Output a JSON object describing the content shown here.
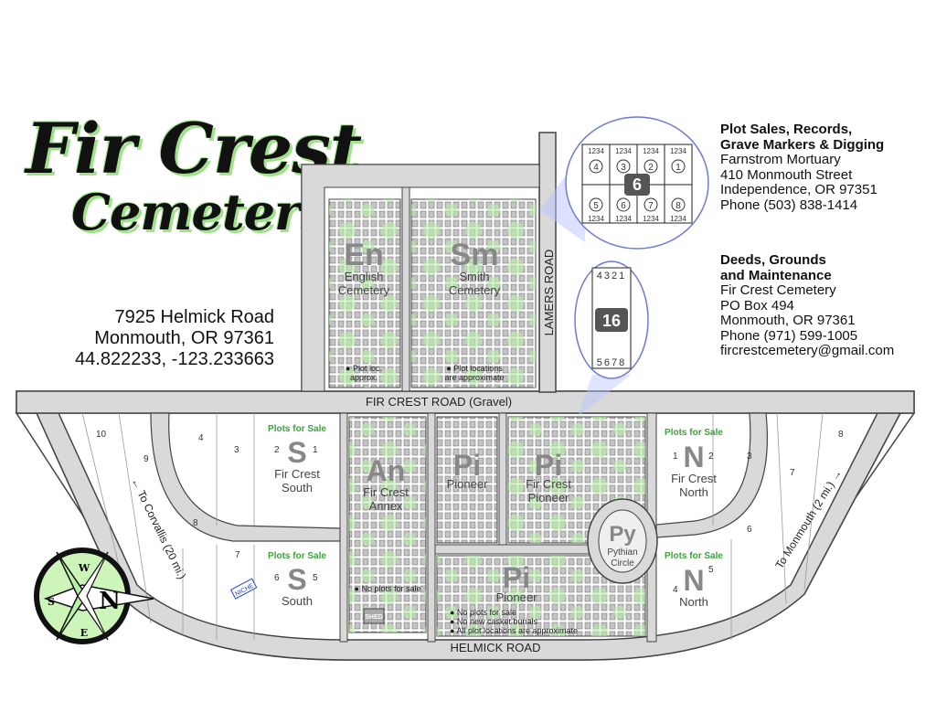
{
  "title": {
    "line1": "Fir Crest",
    "line2": "Cemeteries"
  },
  "address": {
    "street": "7925 Helmick Road",
    "city": "Monmouth, OR 97361",
    "coords": "44.822233, -123.233663"
  },
  "contacts": {
    "sales": {
      "head1": "Plot Sales, Records,",
      "head2": "Grave Markers & Digging",
      "l1": "Farnstrom Mortuary",
      "l2": "410 Monmouth Street",
      "l3": "Independence, OR 97351",
      "l4": "Phone (503) 838-1414"
    },
    "deeds": {
      "head1": "Deeds, Grounds",
      "head2": "and Maintenance",
      "l1": "Fir Crest Cemetery",
      "l2": "PO Box 494",
      "l3": "Monmouth, OR 97361",
      "l4": "Phone (971) 599-1005",
      "l5": "fircrestcemetery@gmail.com"
    }
  },
  "roads": {
    "fircrest": "FIR CREST ROAD (Gravel)",
    "helmick": "HELMICK ROAD",
    "lamers": "LAMERS ROAD",
    "corvallis": "← To Corvallis (20 mi.)",
    "monmouth": "To Monmouth (2 mi.) →"
  },
  "sections": {
    "en": {
      "abbr": "En",
      "name1": "English",
      "name2": "Cemetery",
      "note1": "● Plot loc.",
      "note2": "approx."
    },
    "sm": {
      "abbr": "Sm",
      "name1": "Smith",
      "name2": "Cemetery",
      "note1": "● Plot locations",
      "note2": "are approximate"
    },
    "s_north": {
      "forsale": "Plots for Sale",
      "abbr": "S",
      "name1": "Fir Crest",
      "name2": "South"
    },
    "s_south": {
      "forsale": "Plots for Sale",
      "abbr": "S",
      "name1": "South"
    },
    "an": {
      "abbr": "An",
      "name1": "Fir Crest",
      "name2": "Annex",
      "note": "● No plots for sale",
      "shed": "SHED"
    },
    "pi1": {
      "abbr": "Pi",
      "name1": "Pioneer"
    },
    "pi2": {
      "abbr": "Pi",
      "name1": "Fir Crest",
      "name2": "Pioneer"
    },
    "pi3": {
      "abbr": "Pi",
      "name1": "Pioneer",
      "n1": "● No plots for sale",
      "n2": "● No new casket burials",
      "n3": "● All plot locations are approximate"
    },
    "py": {
      "abbr": "Py",
      "name1": "Pythian",
      "name2": "Circle"
    },
    "n_north": {
      "forsale": "Plots for Sale",
      "abbr": "N",
      "name1": "Fir Crest",
      "name2": "North"
    },
    "n_south": {
      "forsale": "Plots for Sale",
      "abbr": "N",
      "name1": "North"
    },
    "niche": "NICHE"
  },
  "lot_numbers_west": [
    "10",
    "9",
    "8",
    "7",
    "4",
    "3",
    "2",
    "1",
    "6",
    "5"
  ],
  "lot_numbers_east": [
    "1",
    "2",
    "3",
    "4",
    "5",
    "6",
    "7",
    "8"
  ],
  "insets": {
    "block6": {
      "label": "6",
      "top_rows": [
        "1234",
        "1234",
        "1234",
        "1234"
      ],
      "top_circles": [
        "4",
        "3",
        "2",
        "1"
      ],
      "bottom_circles": [
        "5",
        "6",
        "7",
        "8"
      ]
    },
    "block16": {
      "label": "16",
      "top": "4321",
      "bottom": "5678"
    }
  },
  "compass": {
    "n": "N",
    "s": "S",
    "e": "E",
    "w": "W"
  },
  "colors": {
    "road": "#d9d9d9",
    "road_edge": "#444444",
    "tree": "#b8efa8",
    "section": "#efefef",
    "plot": "#bdbdbd",
    "green_text": "#3aa53a"
  }
}
